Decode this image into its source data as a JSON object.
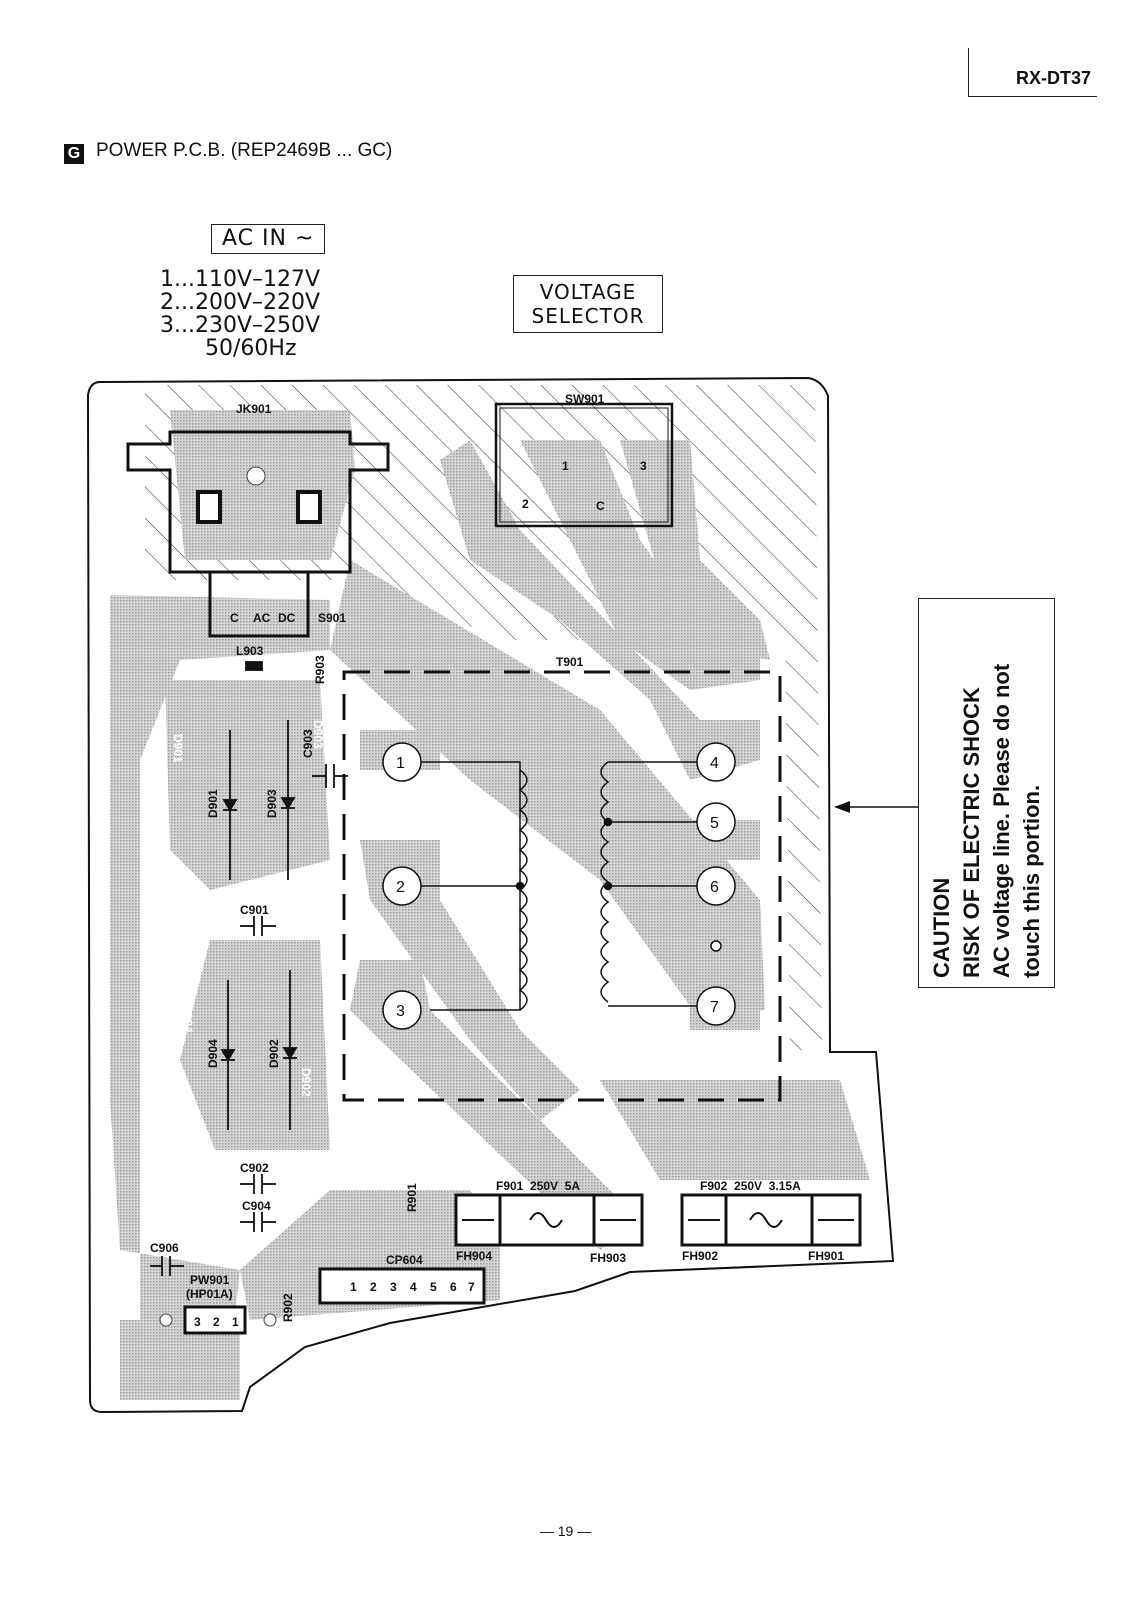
{
  "header": {
    "model": "RX-DT37",
    "section_badge": "G",
    "section_title": "POWER P.C.B. (REP2469B ... GC)"
  },
  "ac_in": {
    "label": "AC IN ~",
    "lines": [
      "1...110V–127V",
      "2...200V–220V",
      "3...230V–250V"
    ],
    "freq": "50/60Hz"
  },
  "voltage_selector": {
    "line1": "VOLTAGE",
    "line2": "SELECTOR"
  },
  "caution": {
    "title": "CAUTION",
    "line1": "RISK OF ELECTRIC SHOCK",
    "line2": "AC voltage line. Please do not",
    "line3": "touch this portion."
  },
  "pcb": {
    "jk901": "JK901",
    "sw901": "SW901",
    "s901": "S901",
    "t901": "T901",
    "l903": "L903",
    "s901_pins": [
      "C",
      "AC",
      "DC"
    ],
    "sw901_pins": [
      "1",
      "2",
      "C",
      "3"
    ],
    "transformer_pins": [
      "1",
      "2",
      "3",
      "4",
      "5",
      "6",
      "7"
    ],
    "components": {
      "r903": "R903",
      "d903_ref": "D903",
      "c903": "C903",
      "d901": "D901",
      "d903": "D903",
      "c901": "C901",
      "d904": "D904",
      "d902": "D902",
      "c902": "C902",
      "c904": "C904",
      "c906": "C906",
      "r901": "R901",
      "r902": "R902",
      "pw901": "PW901",
      "pw901_sub": "(HP01A)",
      "cp604": "CP604",
      "d901_silk": "D901",
      "d904_silk": "D904",
      "d902_silk": "D902"
    },
    "pw901_pins": [
      "3",
      "2",
      "1"
    ],
    "cp604_pins": [
      "1",
      "2",
      "3",
      "4",
      "5",
      "6",
      "7"
    ],
    "f901": "F901  250V  5A",
    "f902": "F902  250V  3.15A",
    "fuse_holders": [
      "FH904",
      "FH903",
      "FH902",
      "FH901"
    ]
  },
  "footer": {
    "page": "— 19 —"
  }
}
